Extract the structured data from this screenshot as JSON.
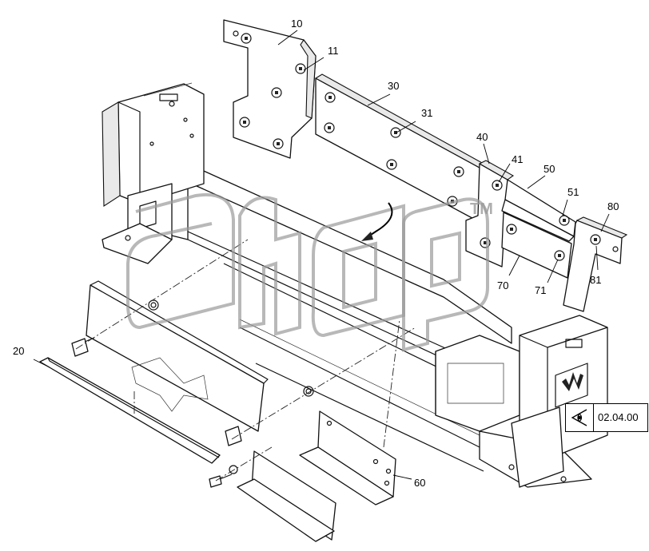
{
  "reference": {
    "code": "02.04.00",
    "icon": "eye-view-icon"
  },
  "watermark": {
    "trademark": "TM",
    "icon": "curved-arrow-icon"
  },
  "callouts": [
    {
      "id": "label-10",
      "text": "10"
    },
    {
      "id": "label-11",
      "text": "11"
    },
    {
      "id": "label-20",
      "text": "20"
    },
    {
      "id": "label-30",
      "text": "30"
    },
    {
      "id": "label-31",
      "text": "31"
    },
    {
      "id": "label-40",
      "text": "40"
    },
    {
      "id": "label-41",
      "text": "41"
    },
    {
      "id": "label-50",
      "text": "50"
    },
    {
      "id": "label-51",
      "text": "51"
    },
    {
      "id": "label-60",
      "text": "60"
    },
    {
      "id": "label-70",
      "text": "70"
    },
    {
      "id": "label-71",
      "text": "71"
    },
    {
      "id": "label-80",
      "text": "80"
    },
    {
      "id": "label-81",
      "text": "81"
    }
  ],
  "colors": {
    "line": "#111111",
    "watermark": "#9a9a9a",
    "background": "#ffffff"
  }
}
